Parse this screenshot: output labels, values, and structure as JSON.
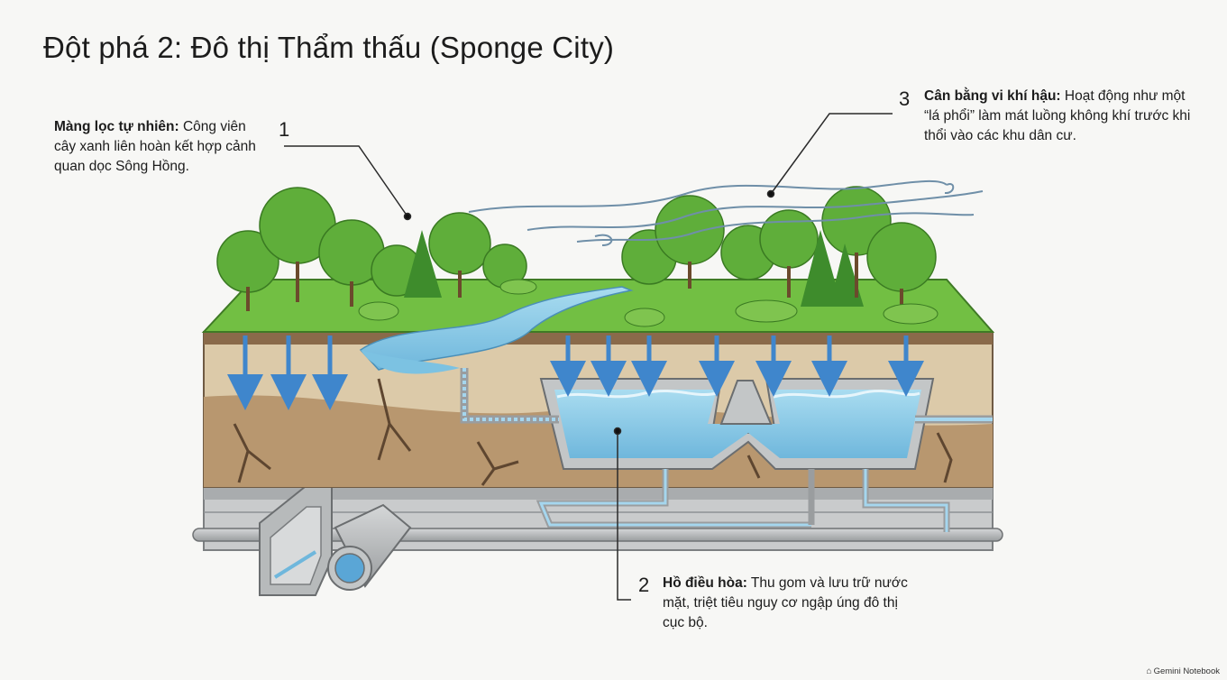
{
  "title": "Đột phá 2: Đô thị Thẩm thấu (Sponge City)",
  "callouts": [
    {
      "number": "1",
      "heading": "Màng lọc tự nhiên:",
      "text": " Công viên cây xanh liên hoàn kết hợp cảnh quan dọc Sông Hồng."
    },
    {
      "number": "2",
      "heading": "Hồ điều hòa:",
      "text": " Thu gom và lưu trữ nước mặt, triệt tiêu nguy cơ ngập úng đô thị cục bộ."
    },
    {
      "number": "3",
      "heading": "Cân bằng vi khí hậu:",
      "text": " Hoạt động như một “lá phổi” làm mát luồng không khí trước khi thổi vào các khu dân cư."
    }
  ],
  "brand": {
    "label": "Gemini Notebook",
    "icon": "gemini-notebook-icon"
  },
  "colors": {
    "grass": "#6fbf3e",
    "water": "#8fcfe8",
    "soil_light": "#dcc9a8",
    "soil_dark": "#b89670",
    "concrete": "#b8babb",
    "flow_arrow": "#4a8fd0"
  }
}
